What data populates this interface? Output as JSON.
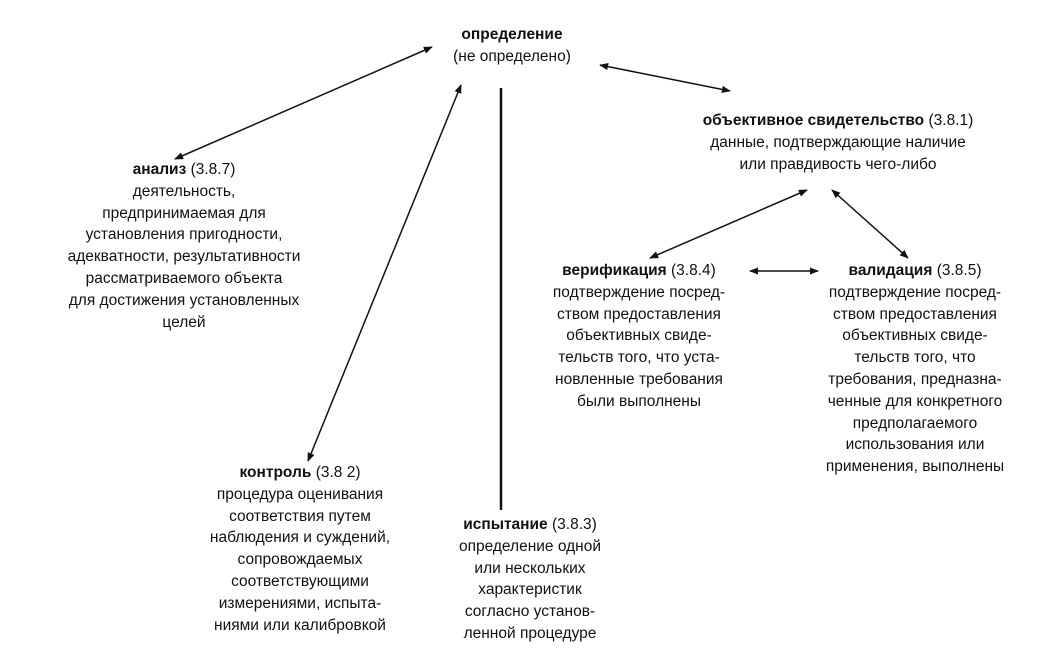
{
  "diagram": {
    "definition": {
      "term": "определение",
      "lines": [
        "(не определено)"
      ]
    },
    "objective_evidence": {
      "term": "объективное свидетельство",
      "ref": "(3.8.1)",
      "lines": [
        "данные, подтверждающие наличие",
        "или правдивость чего-либо"
      ]
    },
    "analysis": {
      "term": "анализ",
      "ref": "(3.8.7)",
      "lines": [
        "деятельность,",
        "предпринимаемая для",
        "установления пригодности,",
        "адекватности, результативности",
        "рассматриваемого объекта",
        "для достижения установленных",
        "целей"
      ]
    },
    "verification": {
      "term": "верификация",
      "ref": "(3.8.4)",
      "lines": [
        "подтверждение посред-",
        "ством предоставления",
        "объективных свиде-",
        "тельств того, что уста-",
        "новленные требования",
        "были выполнены"
      ]
    },
    "validation": {
      "term": "валидация",
      "ref": "(3.8.5)",
      "lines": [
        "подтверждение посред-",
        "ством предоставления",
        "объективных свиде-",
        "тельств того, что",
        "требования, предназна-",
        "ченные для конкретного",
        "предполагаемого",
        "использования или",
        "применения, выполнены"
      ]
    },
    "control": {
      "term": "контроль",
      "ref": "(3.8 2)",
      "lines": [
        "процедура оценивания",
        "соответствия путем",
        "наблюдения и суждений,",
        "сопровождаемых",
        "соответствующими",
        "измерениями, испыта-",
        "ниями или калибровкой"
      ]
    },
    "testing": {
      "term": "испытание",
      "ref": "(3.8.3)",
      "lines": [
        "определение одной",
        "или нескольких",
        "характеристик",
        "согласно установ-",
        "ленной процедуре"
      ]
    }
  }
}
